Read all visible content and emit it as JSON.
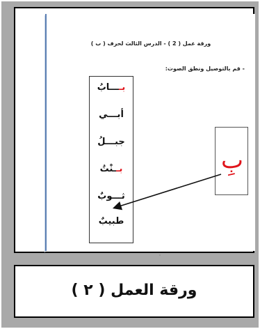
{
  "document": {
    "title": "ورقة عمل ( 2 ) - الدرس الثالث لحرف ( ب )",
    "instruction": "- قم بالتوصيل ونطق الصوت:",
    "words": [
      {
        "red": "بـ",
        "rest": "ـــابُ"
      },
      {
        "red": "",
        "rest": "أبـــي",
        "red_tail": ""
      },
      {
        "red": "",
        "rest": "جبـــلُ"
      },
      {
        "red": "بـ",
        "rest": "ـنْتُ"
      },
      {
        "red": "",
        "rest": "ثـــوبٌ"
      },
      {
        "red": "",
        "rest": "طبيبٌ"
      }
    ],
    "target_letter": "بِ"
  },
  "caption": "ورقة العمل ( ٢ )",
  "colors": {
    "accent_red": "#e0141b",
    "frame_gray": "#a9a9a9",
    "margin_line": "#5b7fb3"
  }
}
